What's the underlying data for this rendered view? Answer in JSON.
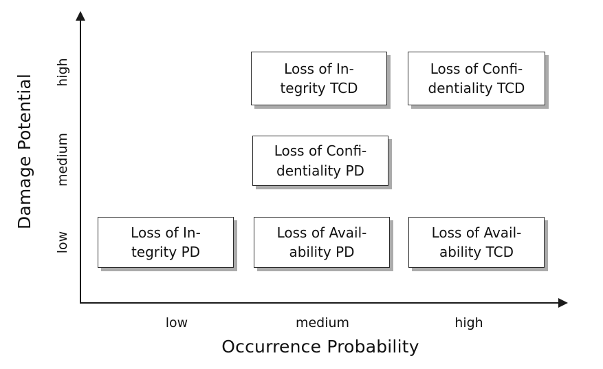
{
  "diagram": {
    "type": "risk-matrix",
    "y_axis": {
      "title": "Damage Potential",
      "ticks": [
        "low",
        "medium",
        "high"
      ]
    },
    "x_axis": {
      "title": "Occurrence Probability",
      "ticks": [
        "low",
        "medium",
        "high"
      ]
    },
    "colors": {
      "axis": "#1a1a1a",
      "box_border": "#2b2b2b",
      "box_fill": "#ffffff",
      "box_shadow": "#ababab",
      "text": "#111111",
      "background": "#ffffff"
    },
    "cells": [
      {
        "id": "loss-of-integrity-tcd",
        "x": "medium",
        "y": "high",
        "line1": "Loss of In-",
        "line2": "tegrity TCD"
      },
      {
        "id": "loss-of-confidentiality-tcd",
        "x": "high",
        "y": "high",
        "line1": "Loss of Confi-",
        "line2": "dentiality TCD"
      },
      {
        "id": "loss-of-confidentiality-pd",
        "x": "medium",
        "y": "medium",
        "line1": "Loss of Confi-",
        "line2": "dentiality PD"
      },
      {
        "id": "loss-of-integrity-pd",
        "x": "low",
        "y": "low",
        "line1": "Loss of In-",
        "line2": "tegrity PD"
      },
      {
        "id": "loss-of-availability-pd",
        "x": "medium",
        "y": "low",
        "line1": "Loss of Avail-",
        "line2": "ability PD"
      },
      {
        "id": "loss-of-availability-tcd",
        "x": "high",
        "y": "low",
        "line1": "Loss of Avail-",
        "line2": "ability TCD"
      }
    ]
  }
}
